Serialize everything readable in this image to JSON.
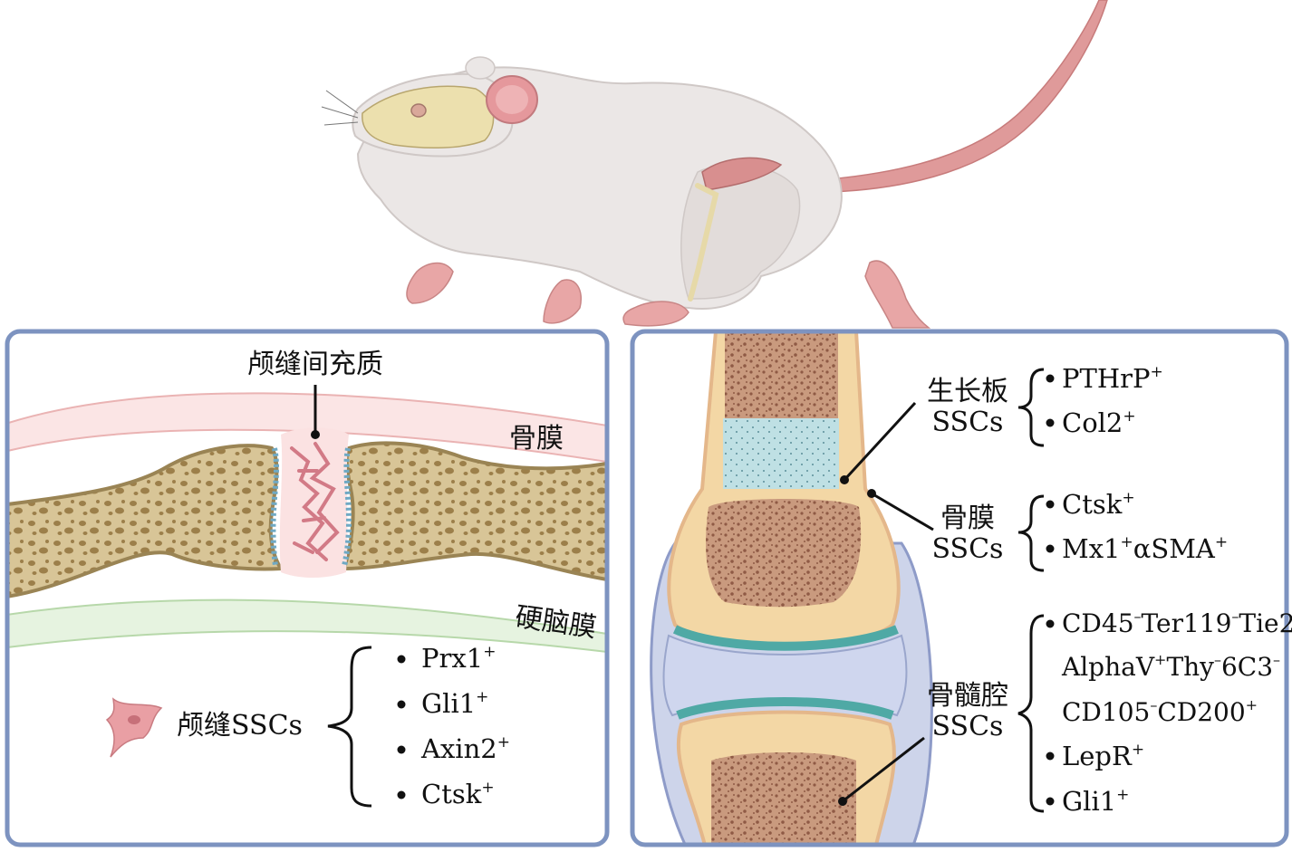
{
  "left_panel": {
    "suture_label": "颅缝间充质",
    "periosteum_label": "骨膜",
    "dura_label": "硬脑膜",
    "cell_label": "颅缝SSCs",
    "markers": [
      {
        "name": "Prx1",
        "sup": "+"
      },
      {
        "name": "Gli1",
        "sup": "+"
      },
      {
        "name": "Axin2",
        "sup": "+"
      },
      {
        "name": "Ctsk",
        "sup": "+"
      }
    ]
  },
  "right_panel": {
    "groups": [
      {
        "label_line1": "生长板",
        "label_line2": "SSCs",
        "markers": [
          {
            "name": "PTHrP",
            "sup": "+"
          },
          {
            "name": "Col2",
            "sup": "+"
          }
        ]
      },
      {
        "label_line1": "骨膜",
        "label_line2": "SSCs",
        "markers": [
          {
            "name": "Ctsk",
            "sup": "+"
          },
          {
            "name": "Mx1",
            "sup": "+",
            "name2": "αSMA",
            "sup2": "+"
          }
        ]
      },
      {
        "label_line1": "骨髓腔",
        "label_line2": "SSCs",
        "marker_lines": [
          {
            "segments": [
              [
                "CD45",
                "–"
              ],
              [
                "Ter119",
                "–"
              ],
              [
                "Tie2",
                "–"
              ]
            ]
          },
          {
            "segments": [
              [
                "AlphaV",
                "+"
              ],
              [
                "Thy",
                "–"
              ],
              [
                "6C3",
                "–"
              ]
            ]
          },
          {
            "segments": [
              [
                "CD105",
                "–"
              ],
              [
                "CD200",
                "+"
              ]
            ]
          }
        ],
        "markers": [
          {
            "name": "LepR",
            "sup": "+"
          },
          {
            "name": "Gli1",
            "sup": "+"
          }
        ]
      }
    ]
  },
  "colors": {
    "frame": "#7d93c0",
    "bone_fill": "#d6c49c",
    "bone_edge": "#a48f5f",
    "marrow_fill": "#c79a7c",
    "cartilage": "#bfe2e6",
    "periosteum": "#f2c5c5",
    "dura": "#d9ecd2",
    "mouse_body": "#ebe7e6",
    "mouse_pink": "#e5989c"
  }
}
